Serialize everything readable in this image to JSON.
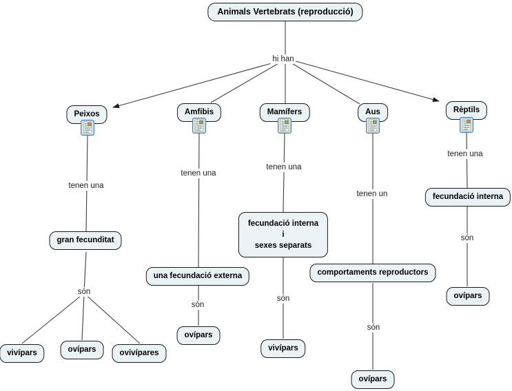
{
  "map": {
    "title": "Animals Vertebrats (reproducció)",
    "root_link": "hi han"
  },
  "branches": [
    {
      "name": "Peixos",
      "link1": "tenen una",
      "mid": "gran fecunditat",
      "link2": "són",
      "children": [
        "vivípars",
        "ovípars",
        "ovivípares"
      ]
    },
    {
      "name": "Amfibis",
      "link1": "tenen una",
      "mid": "una fecundació externa",
      "link2": "són",
      "children": [
        "ovípars"
      ]
    },
    {
      "name": "Mamífers",
      "link1": "tenen una",
      "mid": "fecundació interna\ni\nsexes separats",
      "link2": "són",
      "children": [
        "vivípars"
      ]
    },
    {
      "name": "Aus",
      "link1": "tenen un",
      "mid": "comportaments reproductors",
      "link2": "són",
      "children": [
        "ovípars"
      ]
    },
    {
      "name": "Rèptils",
      "link1": "tenen una",
      "mid": "fecundació interna",
      "link2": "són",
      "children": [
        "ovípars"
      ]
    }
  ],
  "icons": {
    "resource": "document-with-image-icon"
  },
  "colors": {
    "node_fill": "#eaf2f6",
    "node_border": "#1a1a1a",
    "line": "#3f3f3f",
    "icon_frame": "#4a7fb8"
  }
}
